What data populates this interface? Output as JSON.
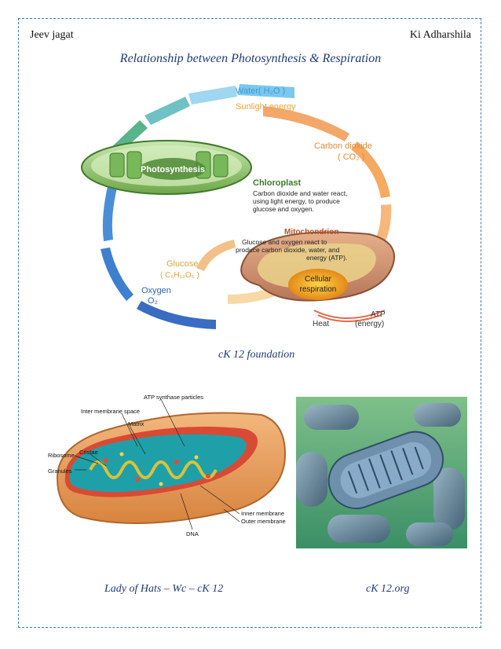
{
  "header": {
    "left": "Jeev jagat",
    "right": "Ki Adharshila"
  },
  "title": "Relationship between Photosynthesis & Respiration",
  "cycle": {
    "water": "Water( H₂O )",
    "sunlight": "Sunlight energy",
    "co2_line1": "Carbon dioxide",
    "co2_line2": "( CO₂ )",
    "photosynthesis": "Photosynthesis",
    "chloroplast_title": "Chloroplast",
    "chloroplast_text": [
      "Carbon dioxide and water react,",
      "using light energy, to produce",
      "glucose and oxygen."
    ],
    "mito_title": "Mitochondrion",
    "mito_text": [
      "Glucose and oxygen react to",
      "produce carbon dioxide, water, and",
      "energy (ATP)."
    ],
    "cellular_line1": "Cellular",
    "cellular_line2": "respiration",
    "glucose_line1": "Glucose",
    "glucose_line2": "( C₆H₁₂O₆ )",
    "oxygen_line1": "Oxygen",
    "oxygen_line2": "O₂",
    "heat": "Heat",
    "atp_line1": "ATP",
    "atp_line2": "(energy)"
  },
  "caption1": "cK 12 foundation",
  "mito_diagram": {
    "atp_synthase": "ATP synthase particles",
    "inter_membrane": "Inter membrane space",
    "matrix": "Matrix",
    "ribosome": "Ribosome",
    "cristae": "Cristae",
    "granules": "Granules",
    "inner_membrane": "Inner membrane",
    "outer_membrane": "Outer membrane",
    "dna": "DNA"
  },
  "caption2": "Lady of Hats – Wc – cK 12",
  "caption3": "cK 12.org"
}
